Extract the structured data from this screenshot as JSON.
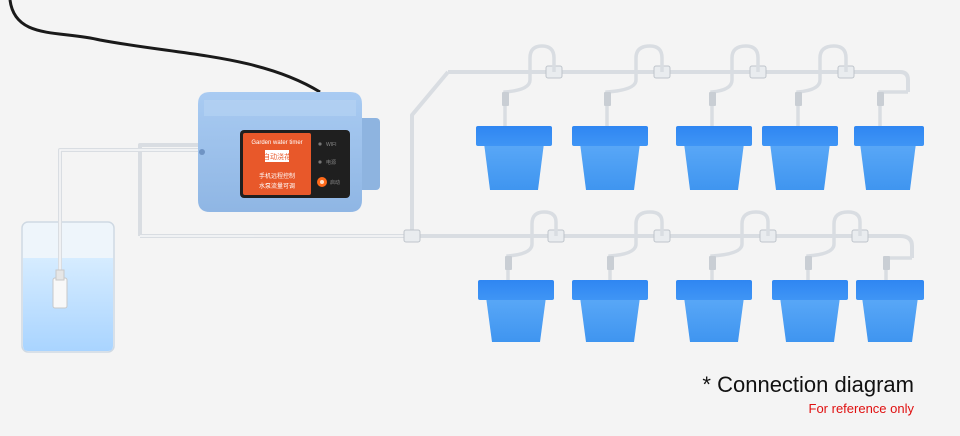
{
  "controller": {
    "panel_title": "Garden water timer",
    "panel_heading": "自动浇花",
    "panel_line_1": "手机远程控制",
    "panel_line_2": "水泵流量可调",
    "indicator_1": "WIFI",
    "indicator_2": "电源",
    "indicator_3": "启动",
    "colors": {
      "body": "#9cc0ea",
      "panel": "#e8582a",
      "button": "#ff6a1a"
    }
  },
  "pots": {
    "top_row_count": 5,
    "bottom_row_count": 5,
    "color": "#3c8ff0"
  },
  "caption": {
    "title": "* Connection diagram",
    "note": "For reference only"
  }
}
